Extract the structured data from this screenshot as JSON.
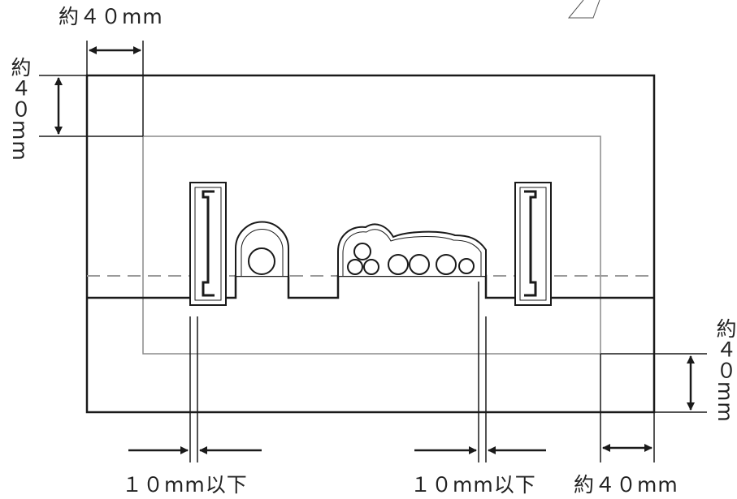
{
  "labels": {
    "top_left": "約４０mm",
    "left_vertical": "約４０mm",
    "right_vertical": "約４０mm",
    "bottom_right": "約４０mm",
    "bottom_left_gap": "１０mm以下",
    "bottom_center_gap": "１０mm以下"
  },
  "colors": {
    "outline": "#1a1a1a",
    "inner_frame": "#8a8a8a",
    "dashed_line": "#9a9a9a"
  }
}
